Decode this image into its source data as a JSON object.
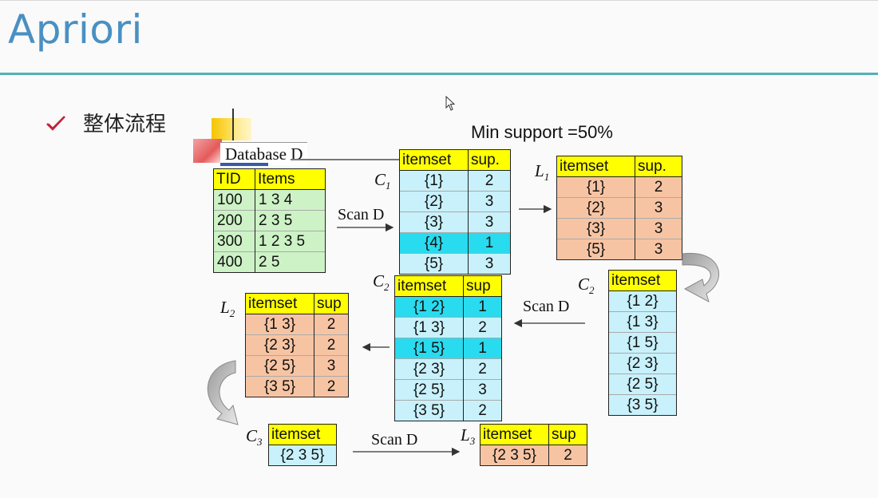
{
  "slide": {
    "title": "Apriori",
    "bullet": "整体流程"
  },
  "min_support": "Min support =50%",
  "database": {
    "caption": "Database D",
    "headers": [
      "TID",
      "Items"
    ],
    "rows": [
      [
        "100",
        "1 3 4"
      ],
      [
        "200",
        "2 3 5"
      ],
      [
        "300",
        "1 2 3 5"
      ],
      [
        "400",
        "2 5"
      ]
    ]
  },
  "labels": {
    "c1": {
      "base": "C",
      "sub": "1"
    },
    "l1": {
      "base": "L",
      "sub": "1"
    },
    "c2a": {
      "base": "C",
      "sub": "2"
    },
    "c2b": {
      "base": "C",
      "sub": "2"
    },
    "l2": {
      "base": "L",
      "sub": "2"
    },
    "c3": {
      "base": "C",
      "sub": "3"
    },
    "l3": {
      "base": "L",
      "sub": "3"
    }
  },
  "scan_labels": [
    "Scan D",
    "Scan D",
    "Scan D"
  ],
  "c1": {
    "headers": [
      "itemset",
      "sup."
    ],
    "rows": [
      [
        "{1}",
        "2"
      ],
      [
        "{2}",
        "3"
      ],
      [
        "{3}",
        "3"
      ],
      [
        "{4}",
        "1"
      ],
      [
        "{5}",
        "3"
      ]
    ]
  },
  "l1": {
    "headers": [
      "itemset",
      "sup."
    ],
    "rows": [
      [
        "{1}",
        "2"
      ],
      [
        "{2}",
        "3"
      ],
      [
        "{3}",
        "3"
      ],
      [
        "{5}",
        "3"
      ]
    ]
  },
  "c2_candidates": {
    "headers": [
      "itemset"
    ],
    "rows": [
      [
        "{1 2}"
      ],
      [
        "{1 3}"
      ],
      [
        "{1 5}"
      ],
      [
        "{2 3}"
      ],
      [
        "{2 5}"
      ],
      [
        "{3 5}"
      ]
    ]
  },
  "c2_counted": {
    "headers": [
      "itemset",
      "sup"
    ],
    "rows": [
      [
        "{1 2}",
        "1"
      ],
      [
        "{1 3}",
        "2"
      ],
      [
        "{1 5}",
        "1"
      ],
      [
        "{2 3}",
        "2"
      ],
      [
        "{2 5}",
        "3"
      ],
      [
        "{3 5}",
        "2"
      ]
    ]
  },
  "l2": {
    "headers": [
      "itemset",
      "sup"
    ],
    "rows": [
      [
        "{1 3}",
        "2"
      ],
      [
        "{2 3}",
        "2"
      ],
      [
        "{2 5}",
        "3"
      ],
      [
        "{3 5}",
        "2"
      ]
    ]
  },
  "c3": {
    "headers": [
      "itemset"
    ],
    "rows": [
      [
        "{2 3 5}"
      ]
    ]
  },
  "l3": {
    "headers": [
      "itemset",
      "sup"
    ],
    "rows": [
      [
        "{2 3 5}",
        "2"
      ]
    ]
  },
  "colors": {
    "header": "#ffff00",
    "db": "#cdf2c6",
    "candidate": "#c8f1fb",
    "pruned": "#29dbef",
    "frequent": "#f7c4a3",
    "accent": "#4fb3b8"
  },
  "icons": {
    "bullet": "check-icon",
    "cursor": "mouse-pointer-icon"
  }
}
